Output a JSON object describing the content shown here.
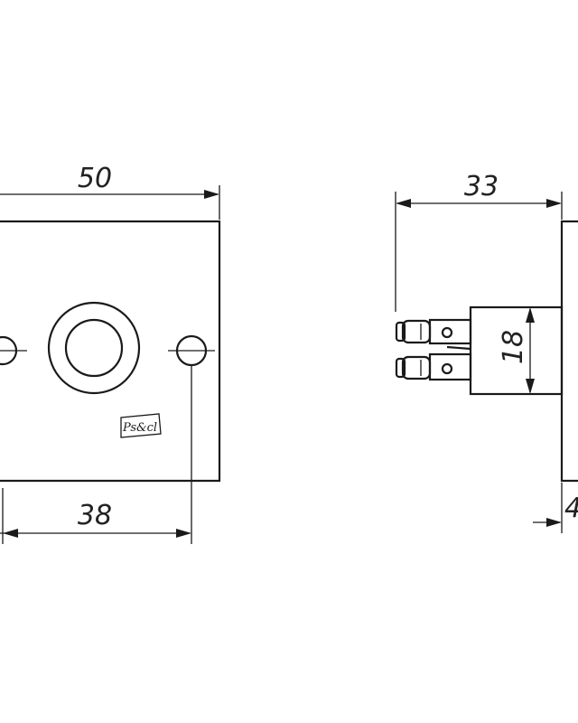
{
  "dimensions": {
    "front_width": "50",
    "front_hole_spacing": "38",
    "side_depth": "33",
    "side_body_height": "18",
    "side_plate_thickness": "4"
  },
  "logo_text": "Ps&cl",
  "colors": {
    "ink": "#1a1a1a",
    "background": "#ffffff"
  }
}
